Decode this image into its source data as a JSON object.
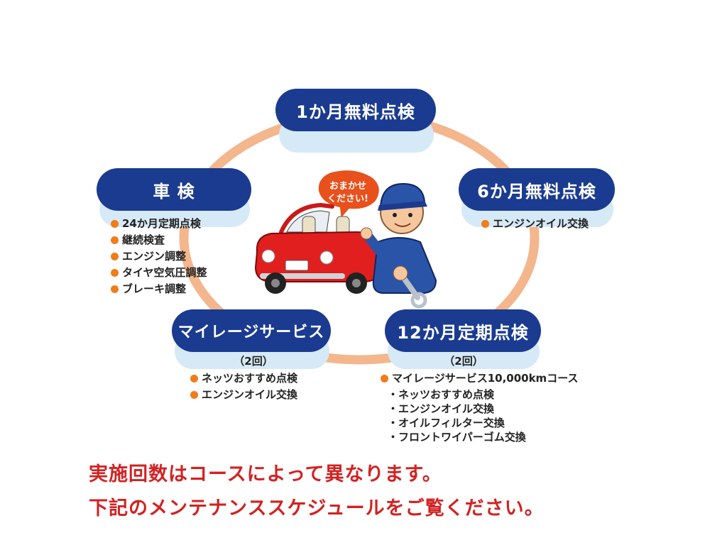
{
  "nodes": {
    "one_month": {
      "label": "1か月無料点検"
    },
    "six_month": {
      "label": "6か月無料点検",
      "items": [
        "エンジンオイル交換"
      ]
    },
    "twelve_month": {
      "label": "12か月定期点検",
      "count": "（2回）",
      "items": [
        "マイレージサービス10,000kmコース"
      ],
      "sub_items": [
        "ネッツおすすめ点検",
        "エンジンオイル交換",
        "オイルフィルター交換",
        "フロントワイパーゴム交換"
      ]
    },
    "mileage": {
      "label": "マイレージサービス",
      "count": "（2回）",
      "items": [
        "ネッツおすすめ点検",
        "エンジンオイル交換"
      ]
    },
    "shaken": {
      "label": "車 検",
      "items": [
        "24か月定期点検",
        "継続検査",
        "エンジン調整",
        "タイヤ空気圧調整",
        "ブレーキ調整"
      ]
    }
  },
  "speech_bubble": {
    "line1": "おまかせ",
    "line2": "ください!"
  },
  "notice": {
    "line1": "実施回数はコースによって異なります。",
    "line2": "下記のメンテナンススケジュールをご覧ください。"
  },
  "colors": {
    "pill": "#1a3b8f",
    "pill_shadow": "#d6e9f6",
    "ring": "#f4b68c",
    "bullet": "#f07c1c",
    "notice_text": "#d22222"
  },
  "icons": [
    "car-icon",
    "mechanic-icon",
    "wrench-icon",
    "speech-bubble-icon"
  ]
}
